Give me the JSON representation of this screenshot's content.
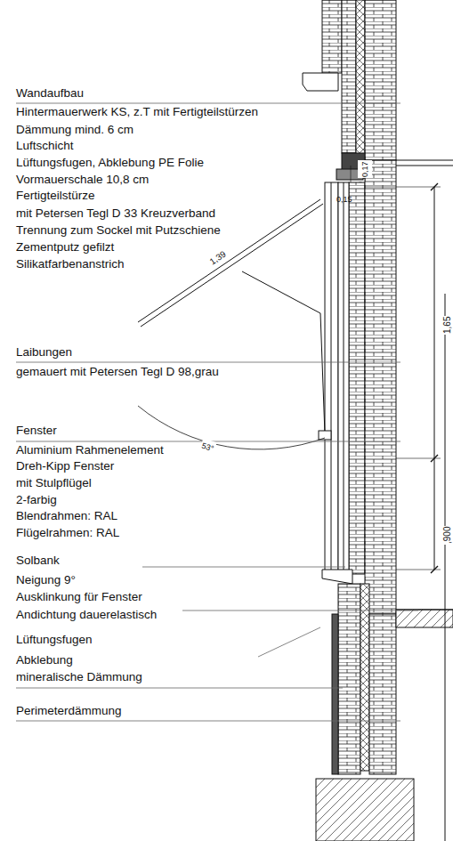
{
  "diagram": {
    "labels": [
      "Wandaufbau",
      "Hintermauerwerk KS, z.T mit Fertigteilstürzen",
      "Dämmung mind. 6 cm",
      "Luftschicht",
      "Lüftungsfugen, Abklebung PE Folie",
      "Vormauerschale 10,8 cm",
      "Fertigteilstürze",
      "mit Petersen Tegl D 33 Kreuzverband",
      "Trennung zum Sockel mit Putzschiene",
      "Zementputz gefilzt",
      "Silikatfarbenanstrich",
      "Laibungen",
      "gemauert mit Petersen Tegl D 98,grau",
      "Fenster",
      "Aluminium Rahmenelement",
      "Dreh-Kipp Fenster",
      "mit Stulpflügel",
      "2-farbig",
      "Blendrahmen: RAL",
      "Flügelrahmen: RAL",
      "Solbank",
      "Neigung 9°",
      "Ausklinkung für Fenster",
      "Andichtung dauerelastisch",
      "Lüftungsfugen",
      "Abklebung",
      "mineralische Dämmung",
      "Perimeterdämmung",
      "1,39",
      "53°",
      "0,17",
      "0,15",
      "1,65",
      ",900"
    ]
  }
}
